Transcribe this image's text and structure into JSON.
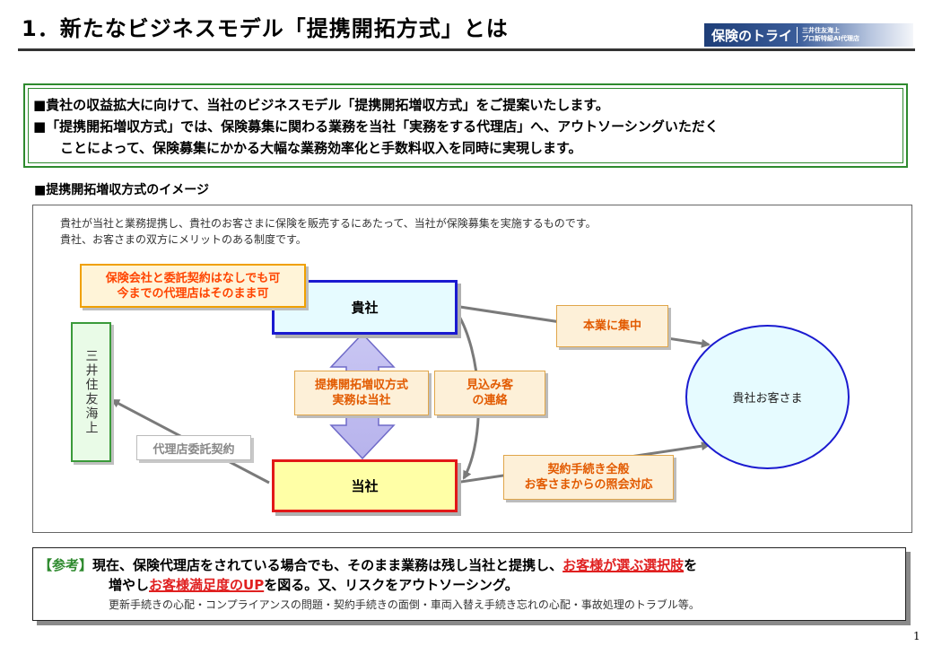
{
  "header": {
    "title": "1．新たなビジネスモデル「提携開拓方式」とは",
    "logo_main": "保険のトライ",
    "logo_sub": "三井住友海上\nプロ新特級AI代理店"
  },
  "intro": {
    "line1": "■貴社の収益拡大に向けて、当社のビジネスモデル「提携開拓増収方式」をご提案いたします。",
    "line2": "■「提携開拓増収方式」では、保険募集に関わる業務を当社「実務をする代理店」へ、アウトソーシングいただく",
    "line3": "ことによって、保険募集にかかる大幅な業務効率化と手数料収入を同時に実現します。"
  },
  "section_label": "■提携開拓増収方式のイメージ",
  "diagram": {
    "desc1": "貴社が当社と業務提携し、貴社のお客さまに保険を販売するにあたって、当社が保険募集を実施するものです。",
    "desc2": "貴社、お客さまの双方にメリットのある制度です。",
    "note_left_line1": "保険会社と委託契約はなしでも可",
    "note_left_line2": "今までの代理店はそのまま可",
    "kisha": "貴社",
    "tosha": "当社",
    "insurer": "三井住友海上",
    "customer": "貴社お客さま",
    "focus_label": "本業に集中",
    "method_line1": "提携開拓増収方式",
    "method_line2": "実務は当社",
    "prospect_line1": "見込み客",
    "prospect_line2": "の連絡",
    "contract_line1": "契約手続き全般",
    "contract_line2": "お客さまからの照会対応",
    "agent_contract": "代理店委託契約"
  },
  "reference": {
    "prefix": "【参考】",
    "line1_a": "現在、保険代理店をされている場合でも、そのまま業務は残し当社と提携し、",
    "line1_hl": "お客様が選ぶ選択肢",
    "line1_b": "を",
    "line2_a": "増やし",
    "line2_hl": "お客様満足度のUP",
    "line2_b": "を図る。又、リスクをアウトソーシング。",
    "line3": "更新手続きの心配・コンプライアンスの問題・契約手続きの面倒・車両入替え手続き忘れの心配・事故処理のトラブル等。"
  },
  "page_number": "1",
  "colors": {
    "kisha_border": "#1a1ad0",
    "tosha_border": "#e21818",
    "insurer_border": "#3a9a3a",
    "intro_border": "#2e8a2e",
    "note_text": "#e25a00",
    "highlight_red": "#e02020",
    "reference_prefix": "#2e8a2e"
  }
}
